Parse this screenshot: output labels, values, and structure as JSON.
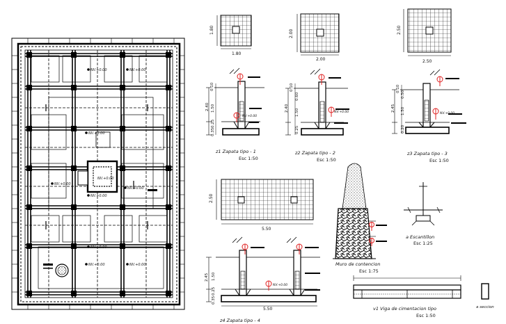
{
  "footings": {
    "z1": {
      "side": "1.80",
      "bottom": "1.80",
      "title": "z1 Zapata tipo - 1",
      "scale": "Esc 1:50",
      "heights": [
        "0.10",
        "2.40",
        "1.50",
        "0.25",
        "0.35"
      ]
    },
    "z2": {
      "side": "2.00",
      "bottom": "2.00",
      "title": "z2 Zapata tipo - 2",
      "scale": "Esc 1:50",
      "heights": [
        "0.10",
        "0.60",
        "2.40",
        "1.50",
        "0.25"
      ]
    },
    "z3": {
      "side": "2.50",
      "bottom": "2.50",
      "title": "z3 Zapata tipo - 3",
      "scale": "Esc 1:50",
      "heights": [
        "0.10",
        "0.50",
        "2.45",
        "1.50",
        "0.20"
      ]
    },
    "z4": {
      "side": "2.50",
      "bottom": "5.50",
      "title": "z4 Zapata tipo - 4",
      "scale": "Esc 1:50",
      "heights": [
        "2.45",
        "1.50",
        "0.25",
        "0.35"
      ],
      "section_bottom": "5.50"
    }
  },
  "retaining_wall": {
    "title": "Muro de contencion",
    "scale": "Esc 1:75"
  },
  "foundation_beam": {
    "title": "v1 Viga de cimentacion tipo",
    "scale": "Esc 1:50"
  },
  "escantillon": {
    "title": "a Escantillon",
    "scale": "Esc 1:25"
  },
  "section_label": "a seccion",
  "level_tag": "NV.+0.00",
  "colors": {
    "line": "#000000",
    "red": "#e02020",
    "grey": "#555555"
  }
}
